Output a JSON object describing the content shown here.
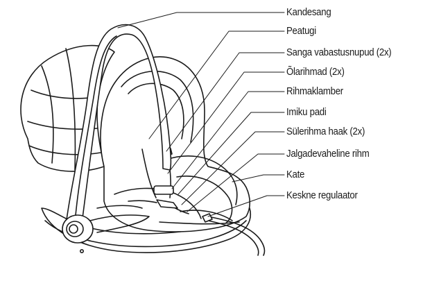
{
  "labels": [
    "Kandesang",
    "Peatugi",
    "Sanga vabastusnupud (2x)",
    "Õlarihmad (2x)",
    "Rihmaklamber",
    "Imiku padi",
    "Sülerihma haak (2x)",
    "Jalgadevaheline rihm",
    "Kate",
    "Keskne regulaator"
  ],
  "colors": {
    "line": "#1a1a1a",
    "shade": "#f2f2f2",
    "background": "#ffffff"
  }
}
